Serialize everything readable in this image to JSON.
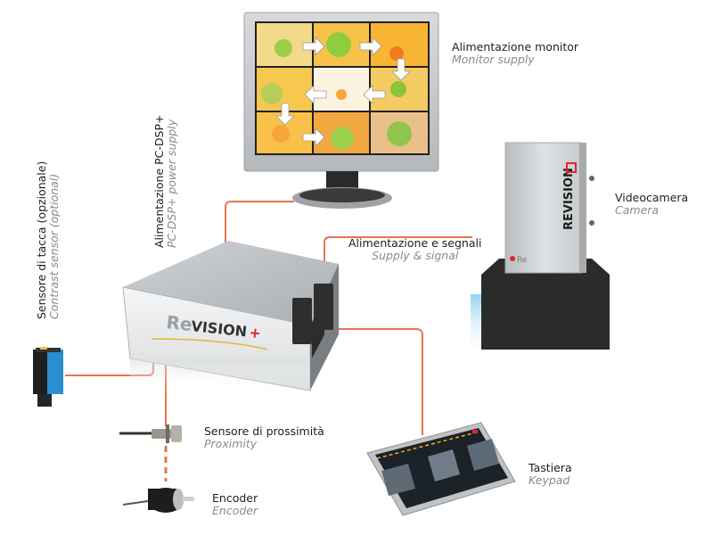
{
  "diagram": {
    "title": "ReVision+ system connection diagram",
    "colors": {
      "connector": "#e8734f",
      "text_primary": "#1e1e1e",
      "text_secondary": "#8a8a8a",
      "camera_glow": "#9fd6f5",
      "sensor_blue": "#2a8ed0",
      "brand_accent": "#e2262b"
    },
    "components": {
      "monitor": {
        "label_it": "Alimentazione monitor",
        "label_en": "Monitor supply",
        "icon": "monitor-icon"
      },
      "pc_box": {
        "label_it": "Alimentazione PC-DSP+",
        "label_en": "PC-DSP+ power supply",
        "brand": "ReVISION",
        "brand_suffix": "+",
        "icon": "processing-unit-icon"
      },
      "contrast_sensor": {
        "label_it": "Sensore di tacca (opzionale)",
        "label_en": "Contrast sensor (optional)",
        "icon": "contrast-sensor-icon"
      },
      "camera": {
        "label_it": "Videocamera",
        "label_en": "Camera",
        "brand": "REVISION",
        "badge": "Re",
        "icon": "camera-icon"
      },
      "supply_signal": {
        "label_it": "Alimentazione e segnali",
        "label_en": "Supply & signal"
      },
      "proximity": {
        "label_it": "Sensore di prossimità",
        "label_en": "Proximity",
        "icon": "proximity-sensor-icon"
      },
      "encoder": {
        "label_it": "Encoder",
        "label_en": "Encoder",
        "icon": "encoder-icon"
      },
      "keypad": {
        "label_it": "Tastiera",
        "label_en": "Keypad",
        "icon": "keypad-icon"
      }
    }
  }
}
